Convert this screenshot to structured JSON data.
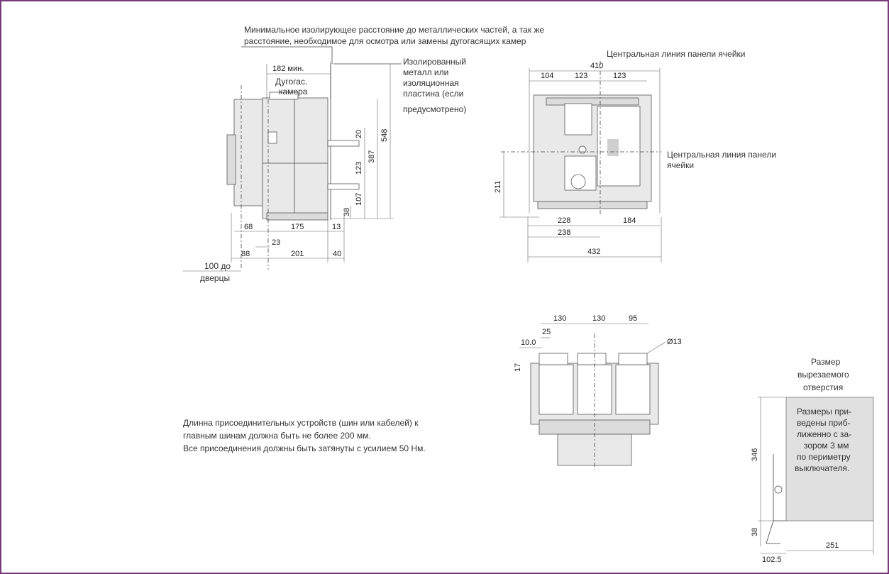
{
  "notes": {
    "top_line1": "Минимальное изолирующее расстояние до металлических частей, а так же",
    "top_line2": "расстояние, необходимое для осмотра или замены дугогасящих камер",
    "insulated_1": "Изолированный",
    "insulated_2": "металл или",
    "insulated_3": "изоляционная",
    "insulated_4": "пластина (если",
    "insulated_5": "предусмотрено)",
    "center_line_top": "Центральная линия панели ячейки",
    "center_line_right_1": "Центральная линия панели",
    "center_line_right_2": "ячейки",
    "arc_label_1": "Дугогас.",
    "arc_label_2": "камера",
    "door_1": "100 до",
    "door_2": "дверцы",
    "bottom_text_1": "Длинна  присоединительных устройств (шин или кабелей) к",
    "bottom_text_2": "главным шинам должна быть не более 200 мм.",
    "bottom_text_3": "Все присоединения должны быть затянуты с усилием 50 Нм.",
    "cutout_title_1": "Размер",
    "cutout_title_2": "вырезаемого",
    "cutout_title_3": "отверстия",
    "cutout_note_1": "Размеры при-",
    "cutout_note_2": "ведены приб-",
    "cutout_note_3": "лиженно с за-",
    "cutout_note_4": "зором 3 мм",
    "cutout_note_5": "по периметру",
    "cutout_note_6": "выключателя."
  },
  "dims": {
    "min182": "182 мин.",
    "d548": "548",
    "d387": "387",
    "d20": "20",
    "d123v": "123",
    "d107": "107",
    "d38a": "38",
    "d68": "68",
    "d175": "175",
    "d13": "13",
    "d23": "23",
    "d88": "88",
    "d201": "201",
    "d40": "40",
    "d410": "410",
    "d104": "104",
    "d123a": "123",
    "d123b": "123",
    "d211": "211",
    "d228": "228",
    "d184": "184",
    "d238": "238",
    "d432": "432",
    "d130a": "130",
    "d130b": "130",
    "d95": "95",
    "d25": "25",
    "d10": "10.0",
    "d17": "17",
    "phi13": "Ø13",
    "d346": "346",
    "d38b": "38",
    "d102": "102.5",
    "d251": "251"
  }
}
